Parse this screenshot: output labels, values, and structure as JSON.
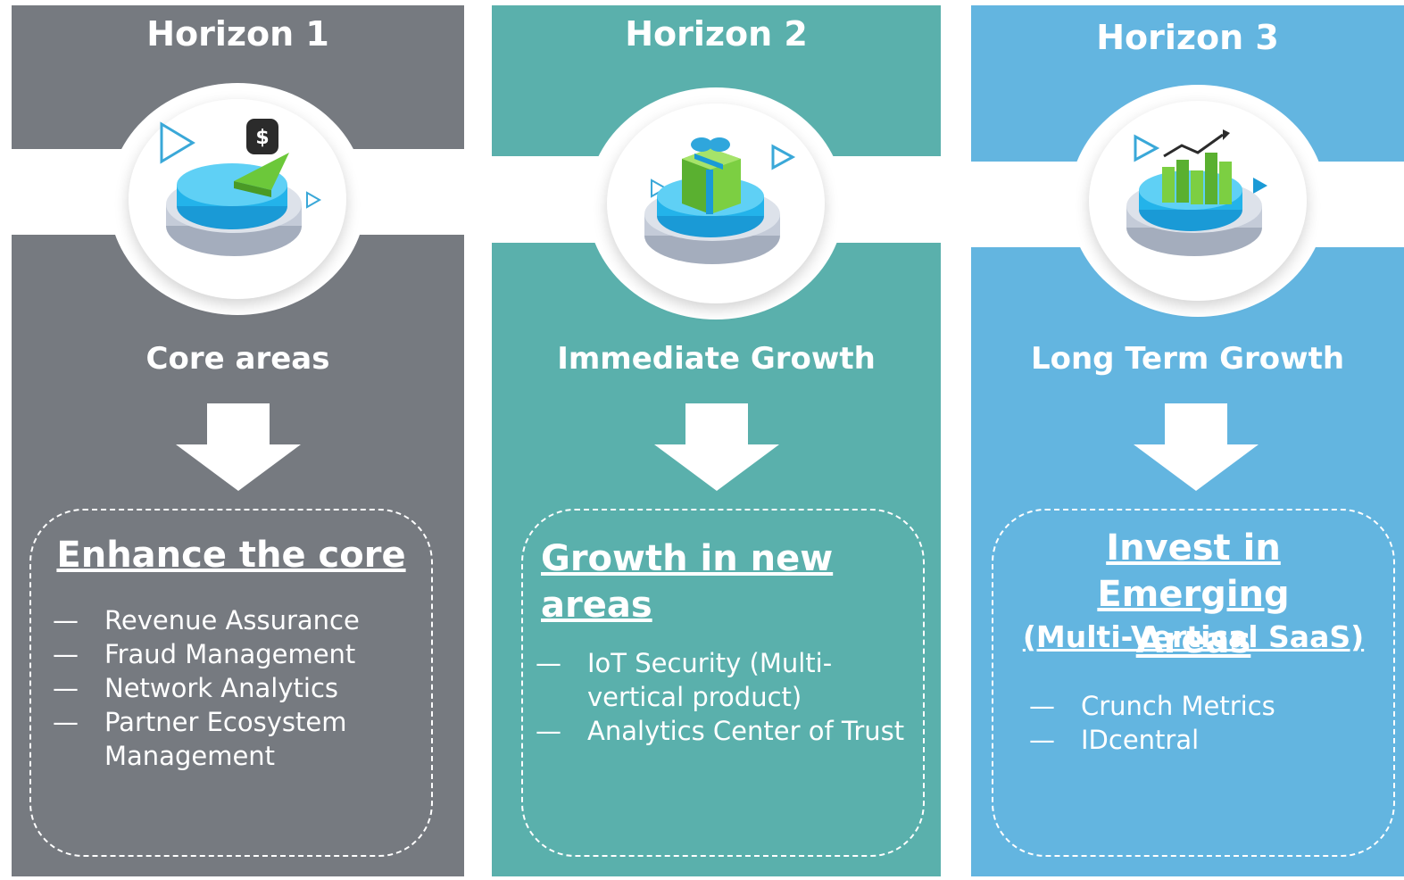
{
  "colors": {
    "horizon1": "#767a80",
    "horizon2": "#5ab0ac",
    "horizon3": "#63b5e0",
    "white": "#ffffff"
  },
  "horizons": [
    {
      "title": "Horizon 1",
      "icon": "pie-chart-dollar-icon",
      "subtitle": "Core areas",
      "heading": "Enhance the core",
      "heading_sub": "",
      "items": [
        {
          "dash": "—",
          "text": "Revenue Assurance"
        },
        {
          "dash": "—",
          "text": "Fraud Management"
        },
        {
          "dash": "—",
          "text": "Network Analytics"
        },
        {
          "dash": "—",
          "text": "Partner Ecosystem Management"
        }
      ]
    },
    {
      "title": "Horizon 2",
      "icon": "gift-box-icon",
      "subtitle": "Immediate Growth",
      "heading": "Growth in new areas",
      "heading_sub": "",
      "items": [
        {
          "dash": "—",
          "text": "IoT Security (Multi-vertical product)"
        },
        {
          "dash": "—",
          "text": "Analytics Center of Trust"
        }
      ]
    },
    {
      "title": "Horizon 3",
      "icon": "bar-chart-growth-icon",
      "subtitle": "Long Term Growth",
      "heading": "Invest in Emerging Areas",
      "heading_sub": "(Multi-Vertical SaaS)",
      "items": [
        {
          "dash": "—",
          "text": "Crunch Metrics"
        },
        {
          "dash": "—",
          "text": "IDcentral"
        }
      ]
    }
  ]
}
